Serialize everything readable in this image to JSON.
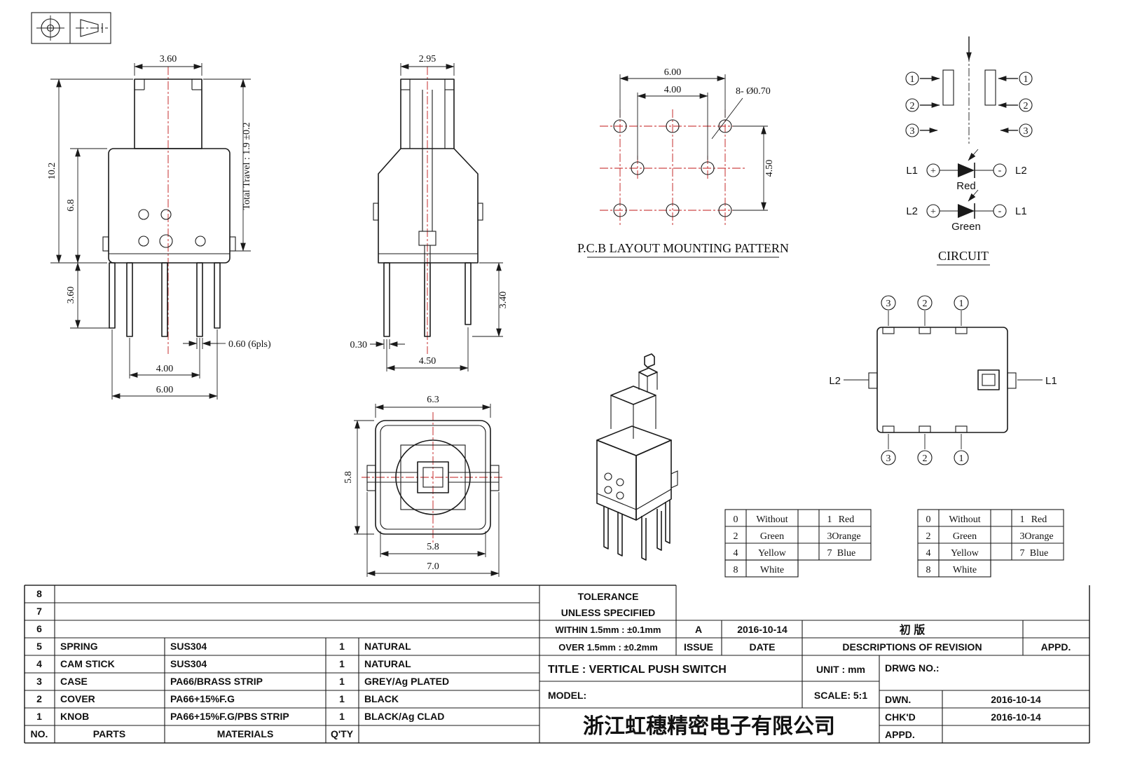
{
  "front_view": {
    "w_top": "3.60",
    "h_total": "10.2",
    "h_body": "6.8",
    "pin_len": "3.60",
    "travel": "Total Travel : 1.9 ±0.2",
    "pin_w": "0.60 (6pls)",
    "pitch_inner": "4.00",
    "pitch_outer": "6.00"
  },
  "side_view": {
    "w_top": "2.95",
    "pin_len": "3.40",
    "pin_w": "0.30",
    "w_total": "4.50"
  },
  "pcb": {
    "w": "6.00",
    "w_inner": "4.00",
    "holes": "8- Ø0.70",
    "h": "4.50",
    "caption": "P.C.B LAYOUT MOUNTING PATTERN"
  },
  "pin_diagram": {
    "left": [
      "1",
      "2",
      "3"
    ],
    "right": [
      "1",
      "2",
      "3"
    ]
  },
  "led": {
    "r1_left": "L1",
    "r1_right": "L2",
    "r1_label": "Red",
    "r2_left": "L2",
    "r2_right": "L1",
    "r2_label": "Green",
    "plus": "+",
    "minus": "-"
  },
  "circuit": {
    "caption": "CIRCUIT",
    "top": [
      "3",
      "2",
      "1"
    ],
    "bottom": [
      "3",
      "2",
      "1"
    ],
    "l1": "L1",
    "l2": "L2"
  },
  "bottom_view": {
    "w_top": "6.3",
    "h_left": "5.8",
    "w_inner": "5.8",
    "w_outer": "7.0"
  },
  "color_table": {
    "rows": [
      [
        "0",
        "Without",
        "1",
        "Red"
      ],
      [
        "2",
        "Green",
        "3",
        "Orange"
      ],
      [
        "4",
        "Yellow",
        "7",
        "Blue"
      ],
      [
        "8",
        "White",
        "",
        ""
      ]
    ]
  },
  "parts_list": {
    "header": {
      "no": "NO.",
      "parts": "PARTS",
      "materials": "MATERIALS",
      "qty": "Q'TY"
    },
    "empty_rows": [
      "8",
      "7",
      "6"
    ],
    "rows": [
      {
        "no": "5",
        "part": "SPRING",
        "material": "SUS304",
        "qty": "1",
        "finish": "NATURAL"
      },
      {
        "no": "4",
        "part": "CAM STICK",
        "material": "SUS304",
        "qty": "1",
        "finish": "NATURAL"
      },
      {
        "no": "3",
        "part": "CASE",
        "material": "PA66/BRASS STRIP",
        "qty": "1",
        "finish": "GREY/Ag PLATED"
      },
      {
        "no": "2",
        "part": "COVER",
        "material": "PA66+15%F.G",
        "qty": "1",
        "finish": "BLACK"
      },
      {
        "no": "1",
        "part": "KNOB",
        "material": "PA66+15%F.G/PBS STRIP",
        "qty": "1",
        "finish": "BLACK/Ag CLAD"
      }
    ]
  },
  "title_block": {
    "tolerance1": "TOLERANCE",
    "tolerance2": "UNLESS  SPECIFIED",
    "within": "WITHIN 1.5mm : ±0.1mm",
    "over": "OVER 1.5mm : ±0.2mm",
    "issue_value": "A",
    "issue_date": "2016-10-14",
    "revision": "初  版",
    "issue_label": "ISSUE",
    "date_label": "DATE",
    "descriptions_label": "DESCRIPTIONS OF REVISION",
    "appd_label": "APPD.",
    "title": "TITLE :  VERTICAL PUSH SWITCH",
    "unit": "UNIT :  mm",
    "drwg_no": "DRWG NO.:",
    "model": "MODEL:",
    "scale": "SCALE:  5:1",
    "dwn_label": "DWN.",
    "dwn_date": "2016-10-14",
    "chkd_label": "CHK'D",
    "chkd_date": "2016-10-14",
    "appd_row_label": "APPD.",
    "company": "浙江虹穗精密电子有限公司"
  }
}
